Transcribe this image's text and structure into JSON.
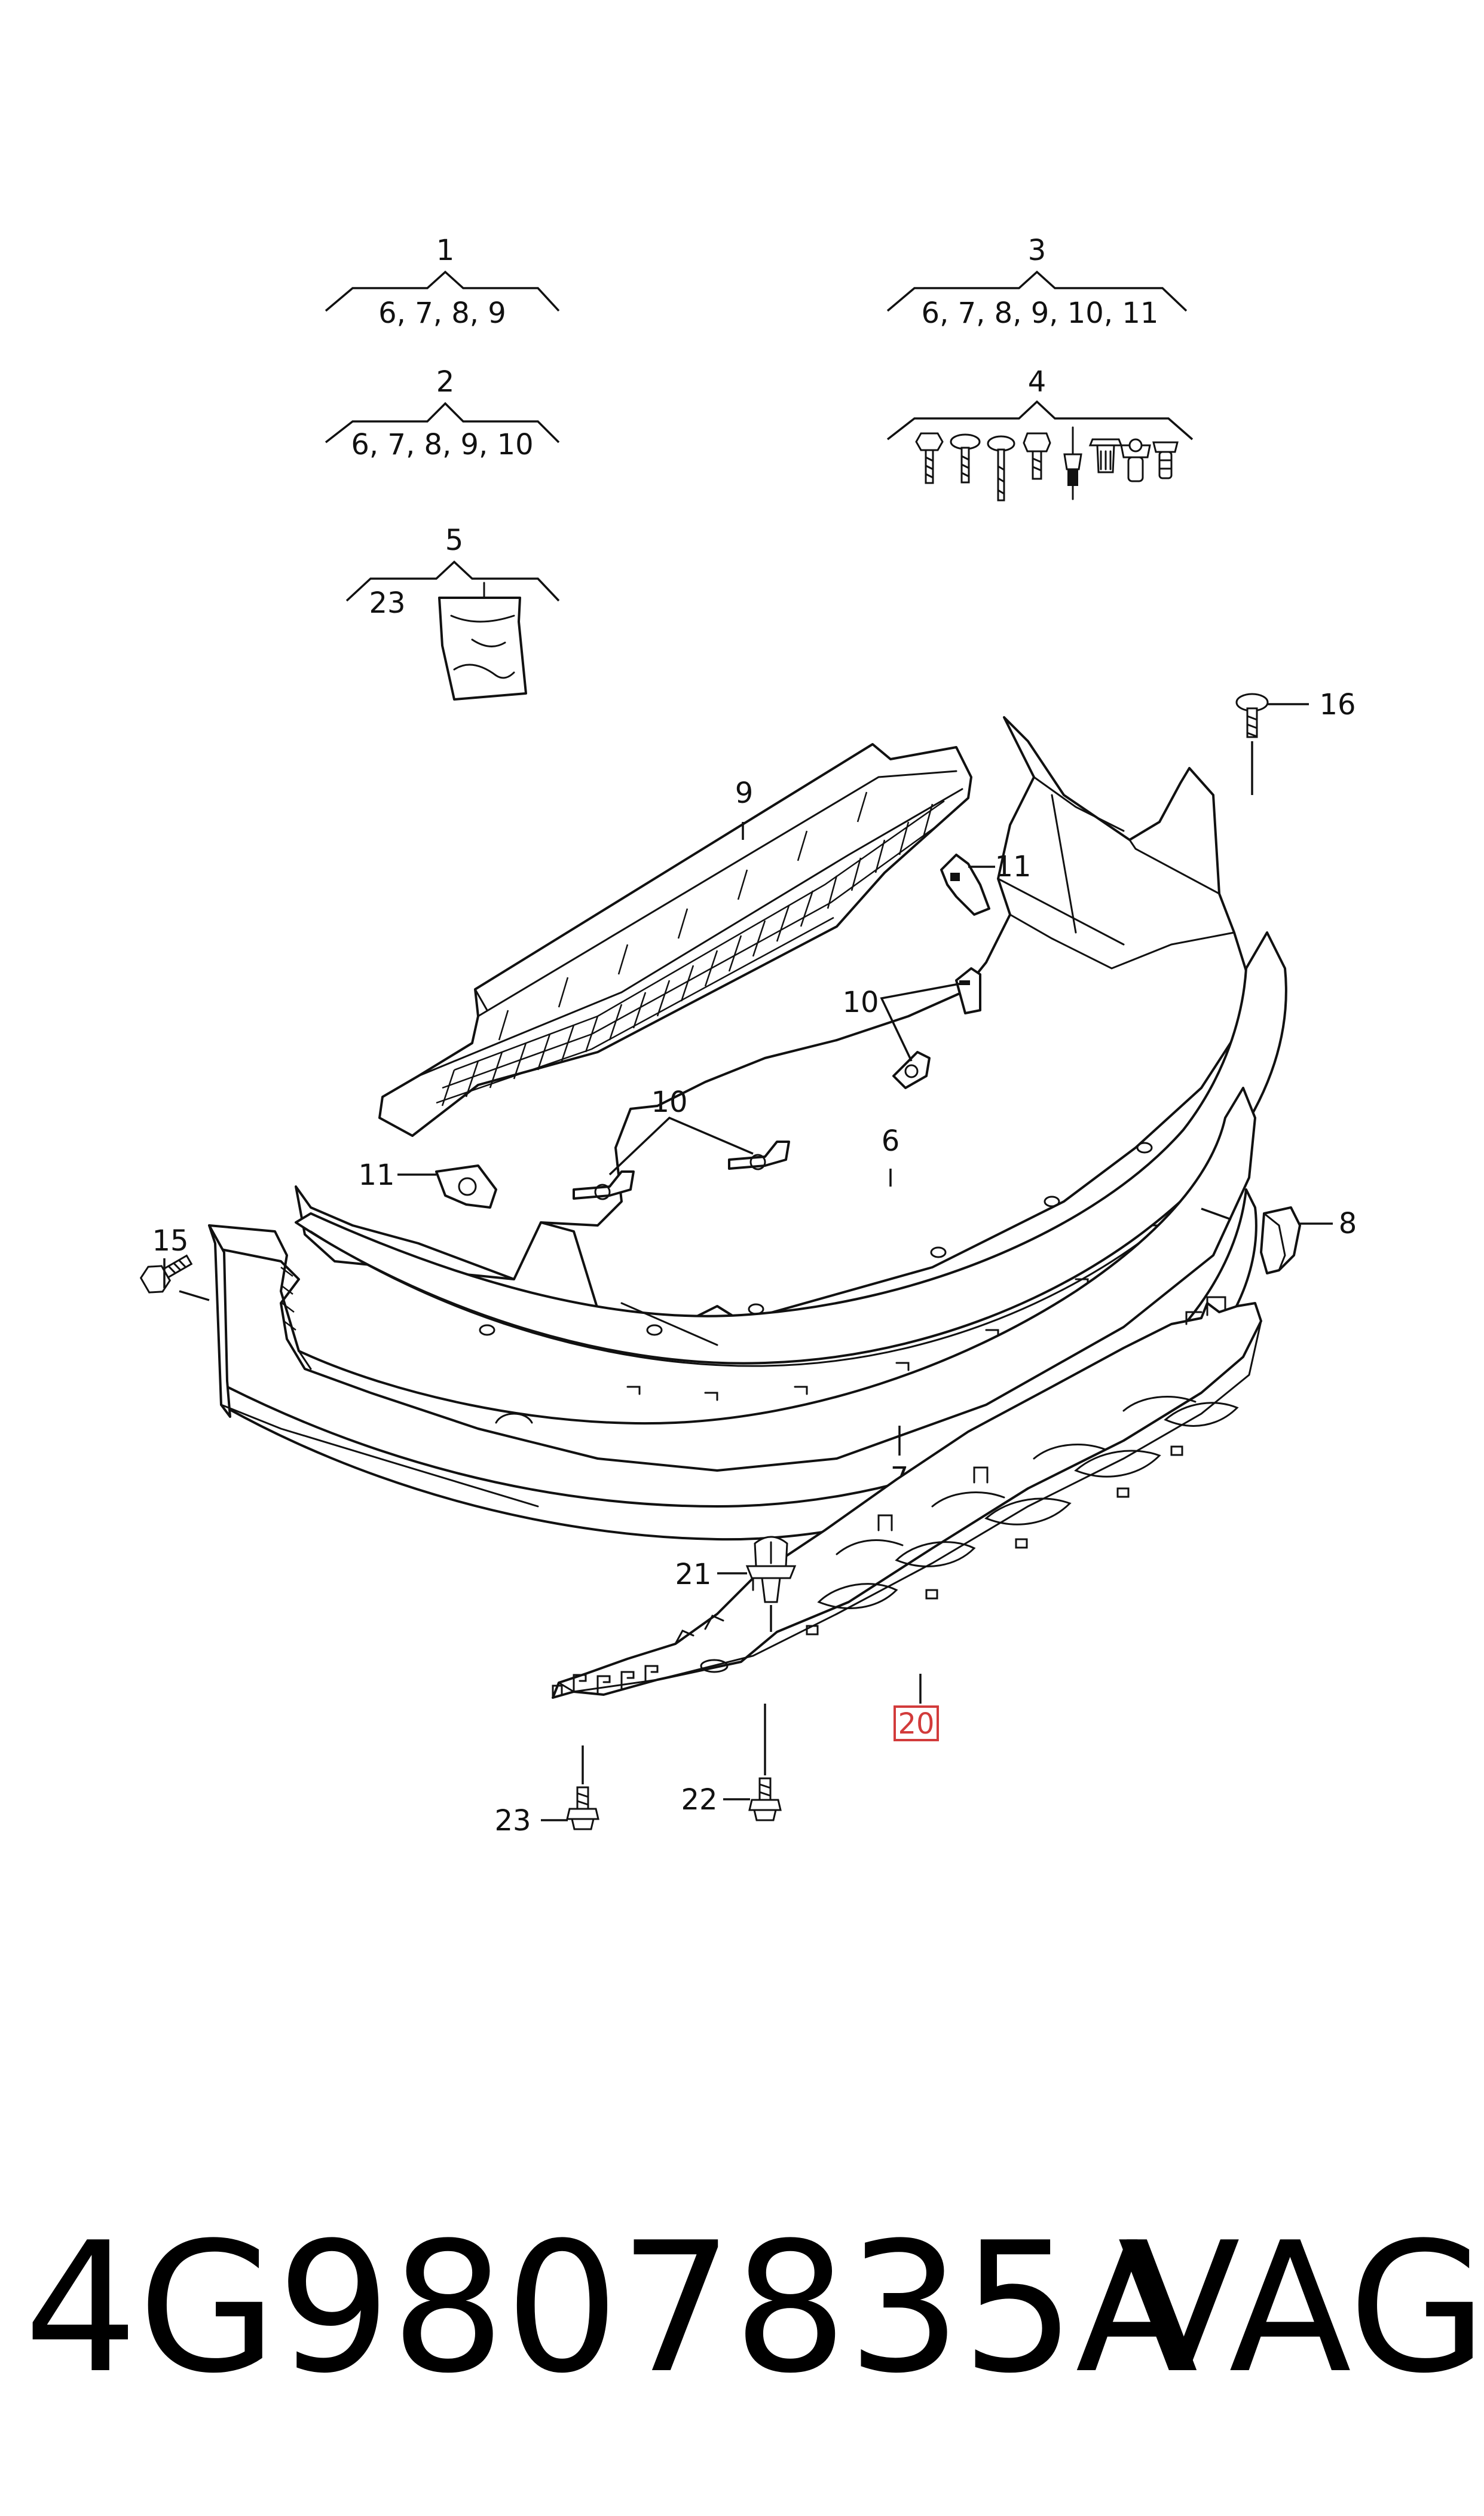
{
  "groups": [
    {
      "number": "1",
      "contents": "6, 7, 8, 9"
    },
    {
      "number": "2",
      "contents": "6, 7, 8, 9, 10"
    },
    {
      "number": "3",
      "contents": "6, 7, 8, 9, 10, 11"
    },
    {
      "number": "4",
      "contents": ""
    },
    {
      "number": "5",
      "contents": "23"
    }
  ],
  "callouts": {
    "c6": "6",
    "c7": "7",
    "c8": "8",
    "c9": "9",
    "c10a": "10",
    "c10b": "10",
    "c11a": "11",
    "c11b": "11",
    "c15": "15",
    "c16": "16",
    "c20": "20",
    "c21": "21",
    "c22": "22",
    "c23": "23"
  },
  "highlighted_part": "20",
  "footer": {
    "part_number": "4G9807835A",
    "brand": "VAG"
  },
  "colors": {
    "line": "#111111",
    "highlight": "#d23b3b",
    "background": "#ffffff"
  }
}
